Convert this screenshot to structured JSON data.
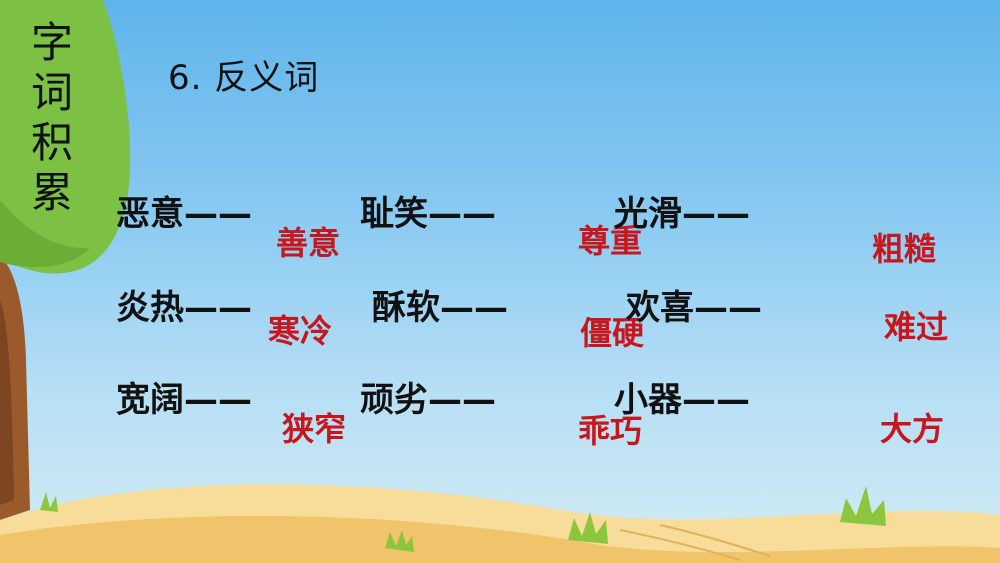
{
  "side_title": [
    "字",
    "词",
    "积",
    "累"
  ],
  "heading": "6. 反义词",
  "pairs": [
    {
      "word": "恶意——",
      "answer": "善意"
    },
    {
      "word": "耻笑——",
      "answer": "尊重"
    },
    {
      "word": "光滑——",
      "answer": "粗糙"
    },
    {
      "word": "炎热——",
      "answer": "寒冷"
    },
    {
      "word": "酥软——",
      "answer": "僵硬"
    },
    {
      "word": "欢喜——",
      "answer": "难过"
    },
    {
      "word": "宽阔——",
      "answer": "狭窄"
    },
    {
      "word": "顽劣——",
      "answer": "乖巧"
    },
    {
      "word": "小器——",
      "answer": "大方"
    }
  ],
  "colors": {
    "sky_top": "#5fb4ec",
    "tree_green": "#7cc144",
    "trunk": "#9a5a2c",
    "sand": "#f3cd7c",
    "answer_red": "#c8161d"
  }
}
